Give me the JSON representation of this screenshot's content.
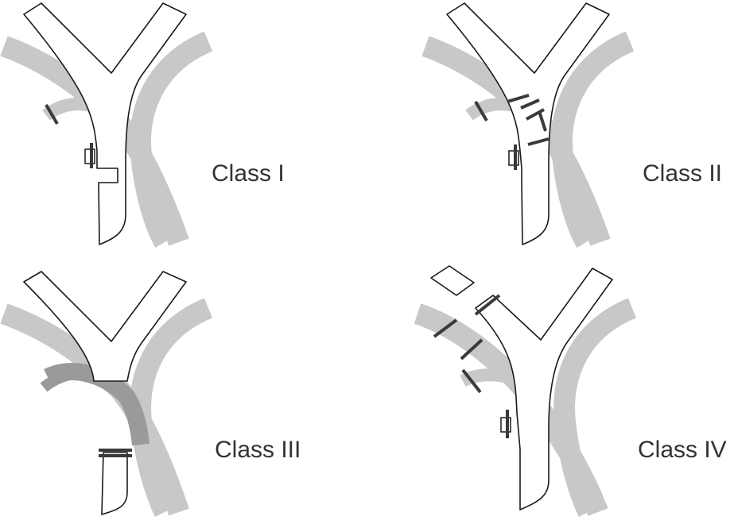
{
  "panels": [
    {
      "label": "Class I"
    },
    {
      "label": "Class II"
    },
    {
      "label": "Class III"
    },
    {
      "label": "Class IV"
    }
  ],
  "colors": {
    "background": "#ffffff",
    "vessel_fill": "#c8c8c8",
    "overlap_fill": "#9a9a9a",
    "outline": "#1a1a1a",
    "suture": "#3a3a3a",
    "text": "#333333"
  }
}
